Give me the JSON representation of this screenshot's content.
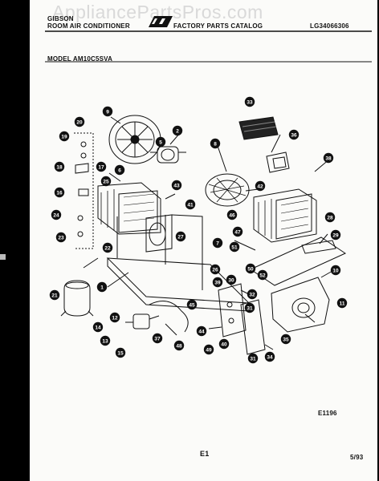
{
  "watermark": "AppliancePartsPros.com",
  "header": {
    "brand": "GIBSON",
    "product": "ROOM AIR CONDITIONER",
    "catalog": "FACTORY PARTS CATALOG",
    "doc_number": "LG34066306",
    "model": "MODEL AM10C5SVA"
  },
  "footer": {
    "figure_code": "E1196",
    "page": "E1",
    "date": "5/93"
  },
  "callouts": [
    {
      "id": "c33",
      "label": "33"
    },
    {
      "id": "c9",
      "label": "9"
    },
    {
      "id": "c2",
      "label": "2"
    },
    {
      "id": "c20",
      "label": "20"
    },
    {
      "id": "c19",
      "label": "19"
    },
    {
      "id": "c5",
      "label": "5"
    },
    {
      "id": "c36",
      "label": "36"
    },
    {
      "id": "c8",
      "label": "8"
    },
    {
      "id": "c38",
      "label": "38"
    },
    {
      "id": "c18",
      "label": "18"
    },
    {
      "id": "c17",
      "label": "17"
    },
    {
      "id": "c6",
      "label": "6"
    },
    {
      "id": "c25",
      "label": "25"
    },
    {
      "id": "c43",
      "label": "43"
    },
    {
      "id": "c42",
      "label": "42"
    },
    {
      "id": "c16",
      "label": "16"
    },
    {
      "id": "c41",
      "label": "41"
    },
    {
      "id": "c46",
      "label": "46"
    },
    {
      "id": "c24",
      "label": "24"
    },
    {
      "id": "c28",
      "label": "28"
    },
    {
      "id": "c29",
      "label": "29"
    },
    {
      "id": "c23",
      "label": "23"
    },
    {
      "id": "c27",
      "label": "27"
    },
    {
      "id": "c7",
      "label": "7"
    },
    {
      "id": "c47",
      "label": "47"
    },
    {
      "id": "c51",
      "label": "51"
    },
    {
      "id": "c22",
      "label": "22"
    },
    {
      "id": "c10",
      "label": "10"
    },
    {
      "id": "c1",
      "label": "1"
    },
    {
      "id": "c50",
      "label": "50"
    },
    {
      "id": "c52",
      "label": "52"
    },
    {
      "id": "c26",
      "label": "26"
    },
    {
      "id": "c39",
      "label": "39"
    },
    {
      "id": "c30",
      "label": "30"
    },
    {
      "id": "c21",
      "label": "21"
    },
    {
      "id": "c45",
      "label": "45"
    },
    {
      "id": "c32",
      "label": "32"
    },
    {
      "id": "c31",
      "label": "31"
    },
    {
      "id": "c11",
      "label": "11"
    },
    {
      "id": "c12",
      "label": "12"
    },
    {
      "id": "c44",
      "label": "44"
    },
    {
      "id": "c35",
      "label": "35"
    },
    {
      "id": "c14",
      "label": "14"
    },
    {
      "id": "c37",
      "label": "37"
    },
    {
      "id": "c48",
      "label": "48"
    },
    {
      "id": "c13",
      "label": "13"
    },
    {
      "id": "c49",
      "label": "49"
    },
    {
      "id": "c40",
      "label": "40"
    },
    {
      "id": "c34",
      "label": "34"
    },
    {
      "id": "c15",
      "label": "15"
    },
    {
      "id": "c31b",
      "label": "31"
    }
  ]
}
